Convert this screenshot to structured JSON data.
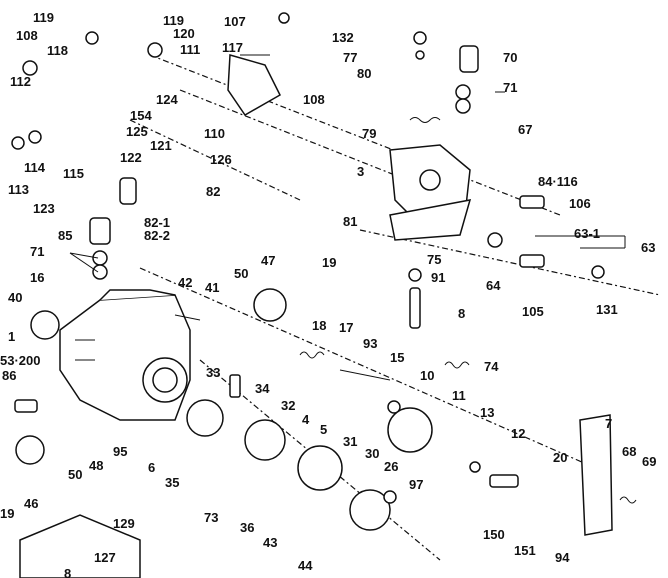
{
  "diagram": {
    "callouts": [
      "119",
      "119",
      "108",
      "118",
      "120",
      "111",
      "112",
      "154",
      "124",
      "114",
      "113",
      "115",
      "125",
      "121",
      "122",
      "123",
      "107",
      "117",
      "110",
      "126",
      "132",
      "77",
      "80",
      "108",
      "79",
      "70",
      "71",
      "67",
      "3",
      "84·116",
      "106",
      "81",
      "75",
      "91",
      "63-1",
      "63",
      "64",
      "105",
      "131",
      "8",
      "82",
      "82-1",
      "82-2",
      "85",
      "71",
      "16",
      "40",
      "1",
      "53·200",
      "86",
      "42",
      "41",
      "50",
      "47",
      "19",
      "18",
      "17",
      "93",
      "15",
      "74",
      "33",
      "34",
      "32",
      "4",
      "10",
      "11",
      "13",
      "12",
      "7",
      "68",
      "69",
      "95",
      "48",
      "50",
      "46",
      "19",
      "6",
      "35",
      "5",
      "31",
      "30",
      "26",
      "97",
      "20",
      "150",
      "151",
      "94",
      "73",
      "36",
      "43",
      "44",
      "129",
      "127",
      "8"
    ]
  }
}
